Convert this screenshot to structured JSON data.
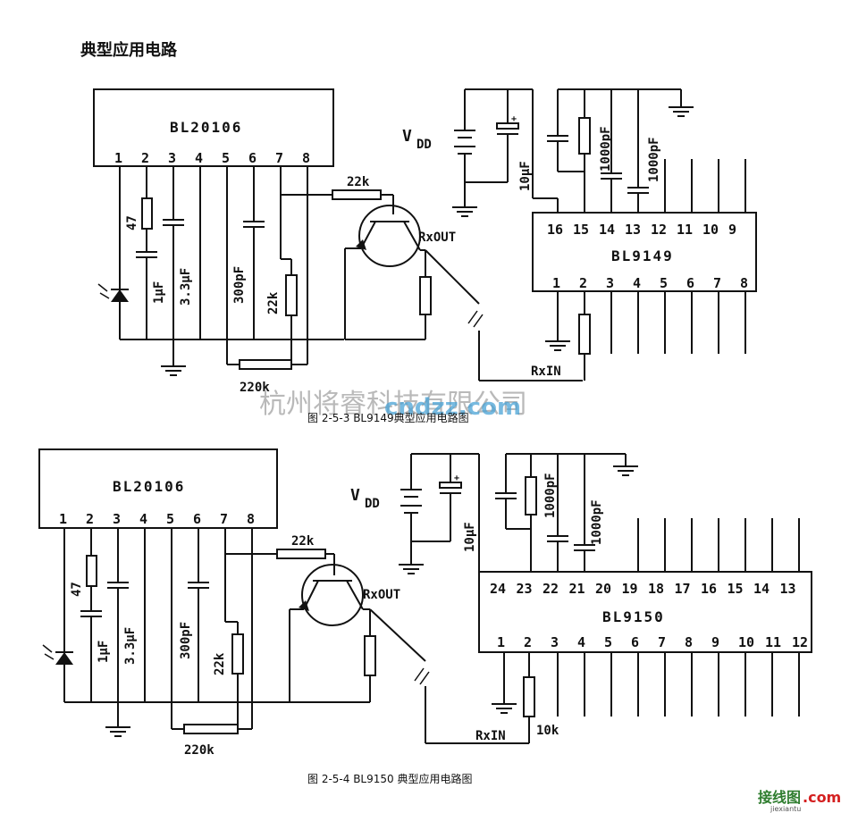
{
  "heading": "典型应用电路",
  "circuit1": {
    "chip_a": {
      "name": "BL20106",
      "pins": [
        "1",
        "2",
        "3",
        "4",
        "5",
        "6",
        "7",
        "8"
      ]
    },
    "chip_b": {
      "name": "BL9149",
      "top_pins": [
        "16",
        "15",
        "14",
        "13",
        "12",
        "11",
        "10",
        "9"
      ],
      "bottom_pins": [
        "1",
        "2",
        "3",
        "4",
        "5",
        "6",
        "7",
        "8"
      ]
    },
    "labels": {
      "vdd_v": "V",
      "vdd_sub": "DD",
      "r47": "47",
      "c1uf": "1μF",
      "c33uf": "3.3μF",
      "c300pf": "300pF",
      "r22k_v": "22k",
      "r22k_h": "22k",
      "rxout": "RxOUT",
      "r220k": "220k",
      "c10uf": "10μF",
      "c1000pf_a": "1000pF",
      "c1000pf_b": "1000pF",
      "rxin": "RxIN"
    },
    "caption": "图 2-5-3  BL9149典型应用电路图"
  },
  "watermark": {
    "company": "杭州将睿科技有限公司",
    "site": "cndzz.com"
  },
  "circuit2": {
    "chip_a": {
      "name": "BL20106",
      "pins": [
        "1",
        "2",
        "3",
        "4",
        "5",
        "6",
        "7",
        "8"
      ]
    },
    "chip_b": {
      "name": "BL9150",
      "top_pins": [
        "24",
        "23",
        "22",
        "21",
        "20",
        "19",
        "18",
        "17",
        "16",
        "15",
        "14",
        "13"
      ],
      "bottom_pins": [
        "1",
        "2",
        "3",
        "4",
        "5",
        "6",
        "7",
        "8",
        "9",
        "10",
        "11",
        "12"
      ]
    },
    "labels": {
      "vdd_v": "V",
      "vdd_sub": "DD",
      "r47": "47",
      "c1uf": "1μF",
      "c33uf": "3.3μF",
      "c300pf": "300pF",
      "r22k_v": "22k",
      "r22k_h": "22k",
      "rxout": "RxOUT",
      "r220k": "220k",
      "c10uf": "10μF",
      "c1000pf_a": "1000pF",
      "c1000pf_b": "1000pF",
      "rxin": "RxIN",
      "r10k": "10k"
    },
    "caption": "图 2-5-4   BL9150 典型应用电路图"
  },
  "logo": {
    "cn": "接线图",
    "dotcom": ".com",
    "sub": "jiexiantu"
  }
}
